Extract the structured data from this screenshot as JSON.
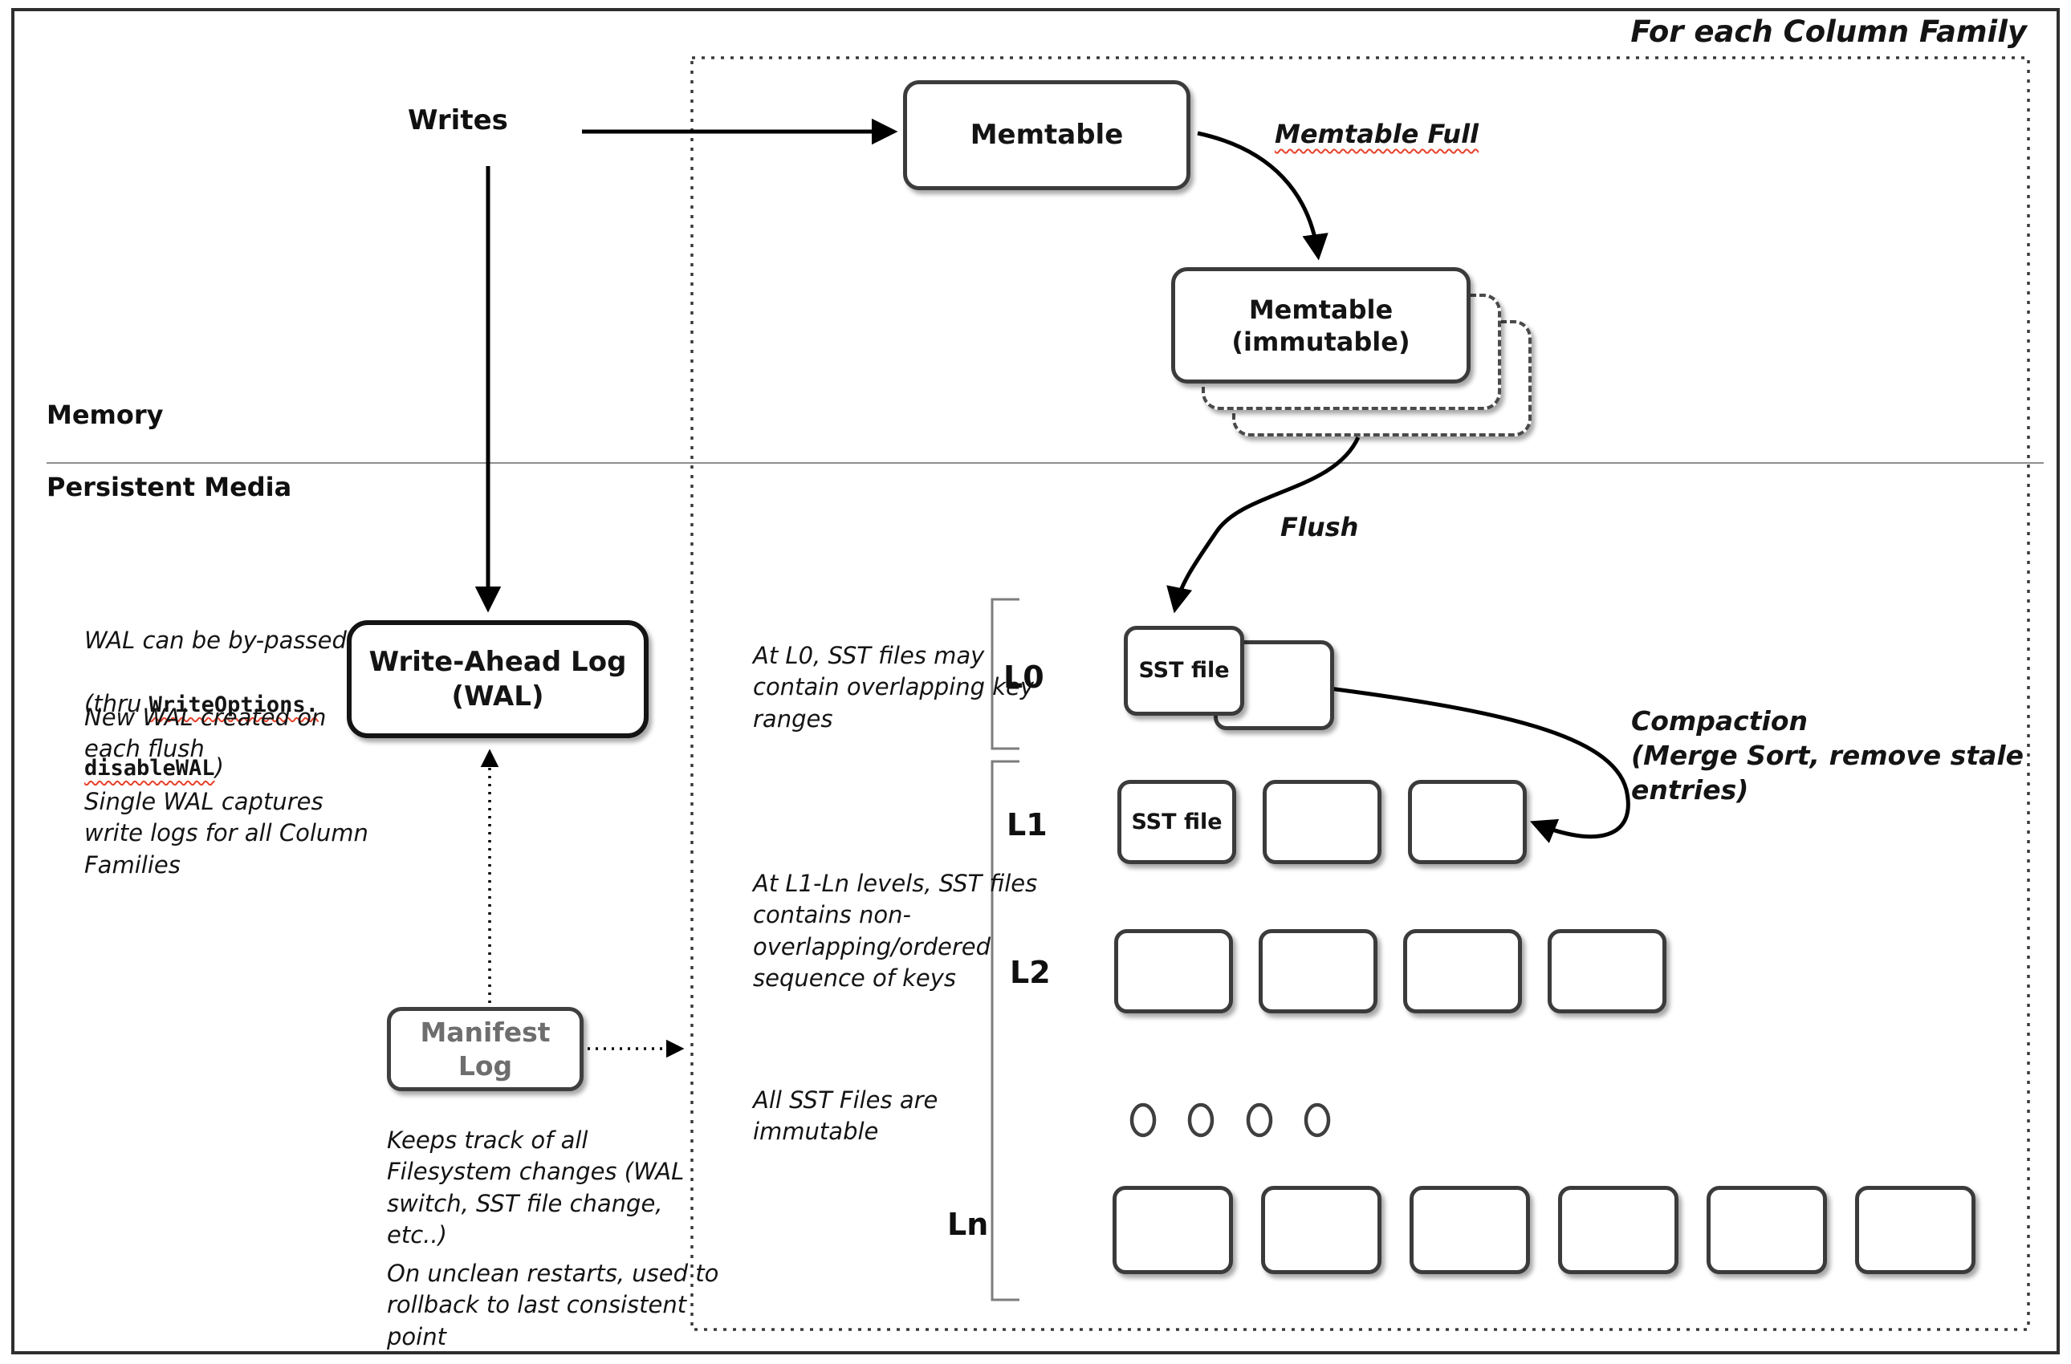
{
  "header": {
    "region_title": "For each Column Family"
  },
  "sections": {
    "memory": "Memory",
    "persistent": "Persistent Media"
  },
  "flow": {
    "writes": "Writes",
    "memtable": "Memtable",
    "memtable_full": "Memtable Full",
    "memtable_immutable": "Memtable\n(immutable)",
    "flush": "Flush",
    "wal": "Write-Ahead Log\n(WAL)",
    "manifest": "Manifest\nLog",
    "compaction": "Compaction\n(Merge Sort, remove stale\nentries)"
  },
  "notes": {
    "wal_bypass_line1": "WAL can be by-passed",
    "wal_bypass_pre": "(thru ",
    "wal_bypass_code1": "WriteOptions.",
    "wal_bypass_code2": "disableWAL",
    "wal_bypass_post": ")",
    "wal_new": "New WAL created on\neach flush",
    "wal_single": "Single WAL captures\nwrite logs for all Column\nFamilies",
    "l0_note": "At L0, SST files may\ncontain overlapping key\nranges",
    "l1_note": "At L1-Ln levels, SST files\ncontains non-\noverlapping/ordered\nsequence of keys",
    "immutable_note": "All SST Files are\nimmutable",
    "manifest_track": "Keeps track of all\nFilesystem changes (WAL\nswitch, SST file change,\netc..)",
    "manifest_restart": "On unclean restarts, used to\nrollback to last consistent\npoint"
  },
  "levels": [
    {
      "id": "L0",
      "label": "L0",
      "box_count": 2,
      "first_box_label": "SST file"
    },
    {
      "id": "L1",
      "label": "L1",
      "box_count": 3,
      "first_box_label": "SST file"
    },
    {
      "id": "L2",
      "label": "L2",
      "box_count": 4,
      "first_box_label": ""
    },
    {
      "id": "Ln",
      "label": "Ln",
      "box_count": 6,
      "first_box_label": ""
    }
  ],
  "colors": {
    "accent_underline": "#e8402a",
    "box_border": "#3b3b3b",
    "note_text": "#141414",
    "manifest_text": "#6e6e6e"
  }
}
